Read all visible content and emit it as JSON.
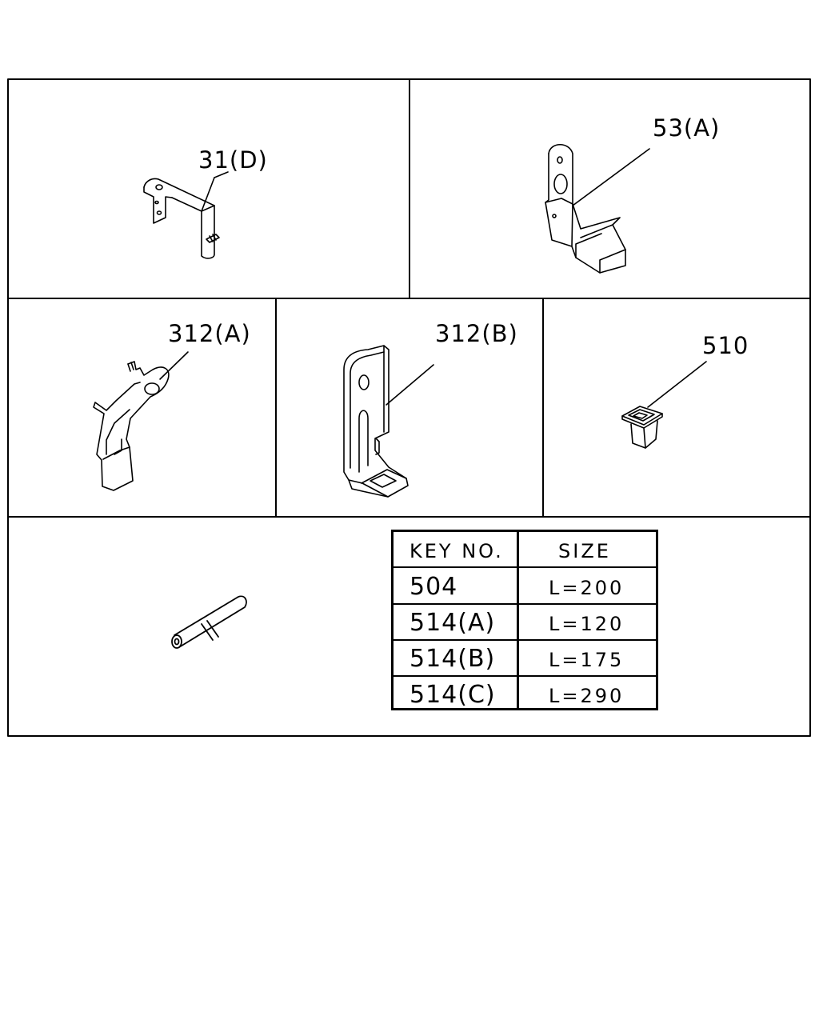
{
  "labels": {
    "part_31d": "31(D)",
    "part_53a": "53(A)",
    "part_312a": "312(A)",
    "part_312b": "312(B)",
    "part_510": "510"
  },
  "size_table": {
    "headers": [
      "KEY NO.",
      "SIZE"
    ],
    "rows": [
      {
        "key": "504",
        "size": "L=200"
      },
      {
        "key": "514(A)",
        "size": "L=120"
      },
      {
        "key": "514(B)",
        "size": "L=175"
      },
      {
        "key": "514(C)",
        "size": "L=290"
      }
    ]
  }
}
